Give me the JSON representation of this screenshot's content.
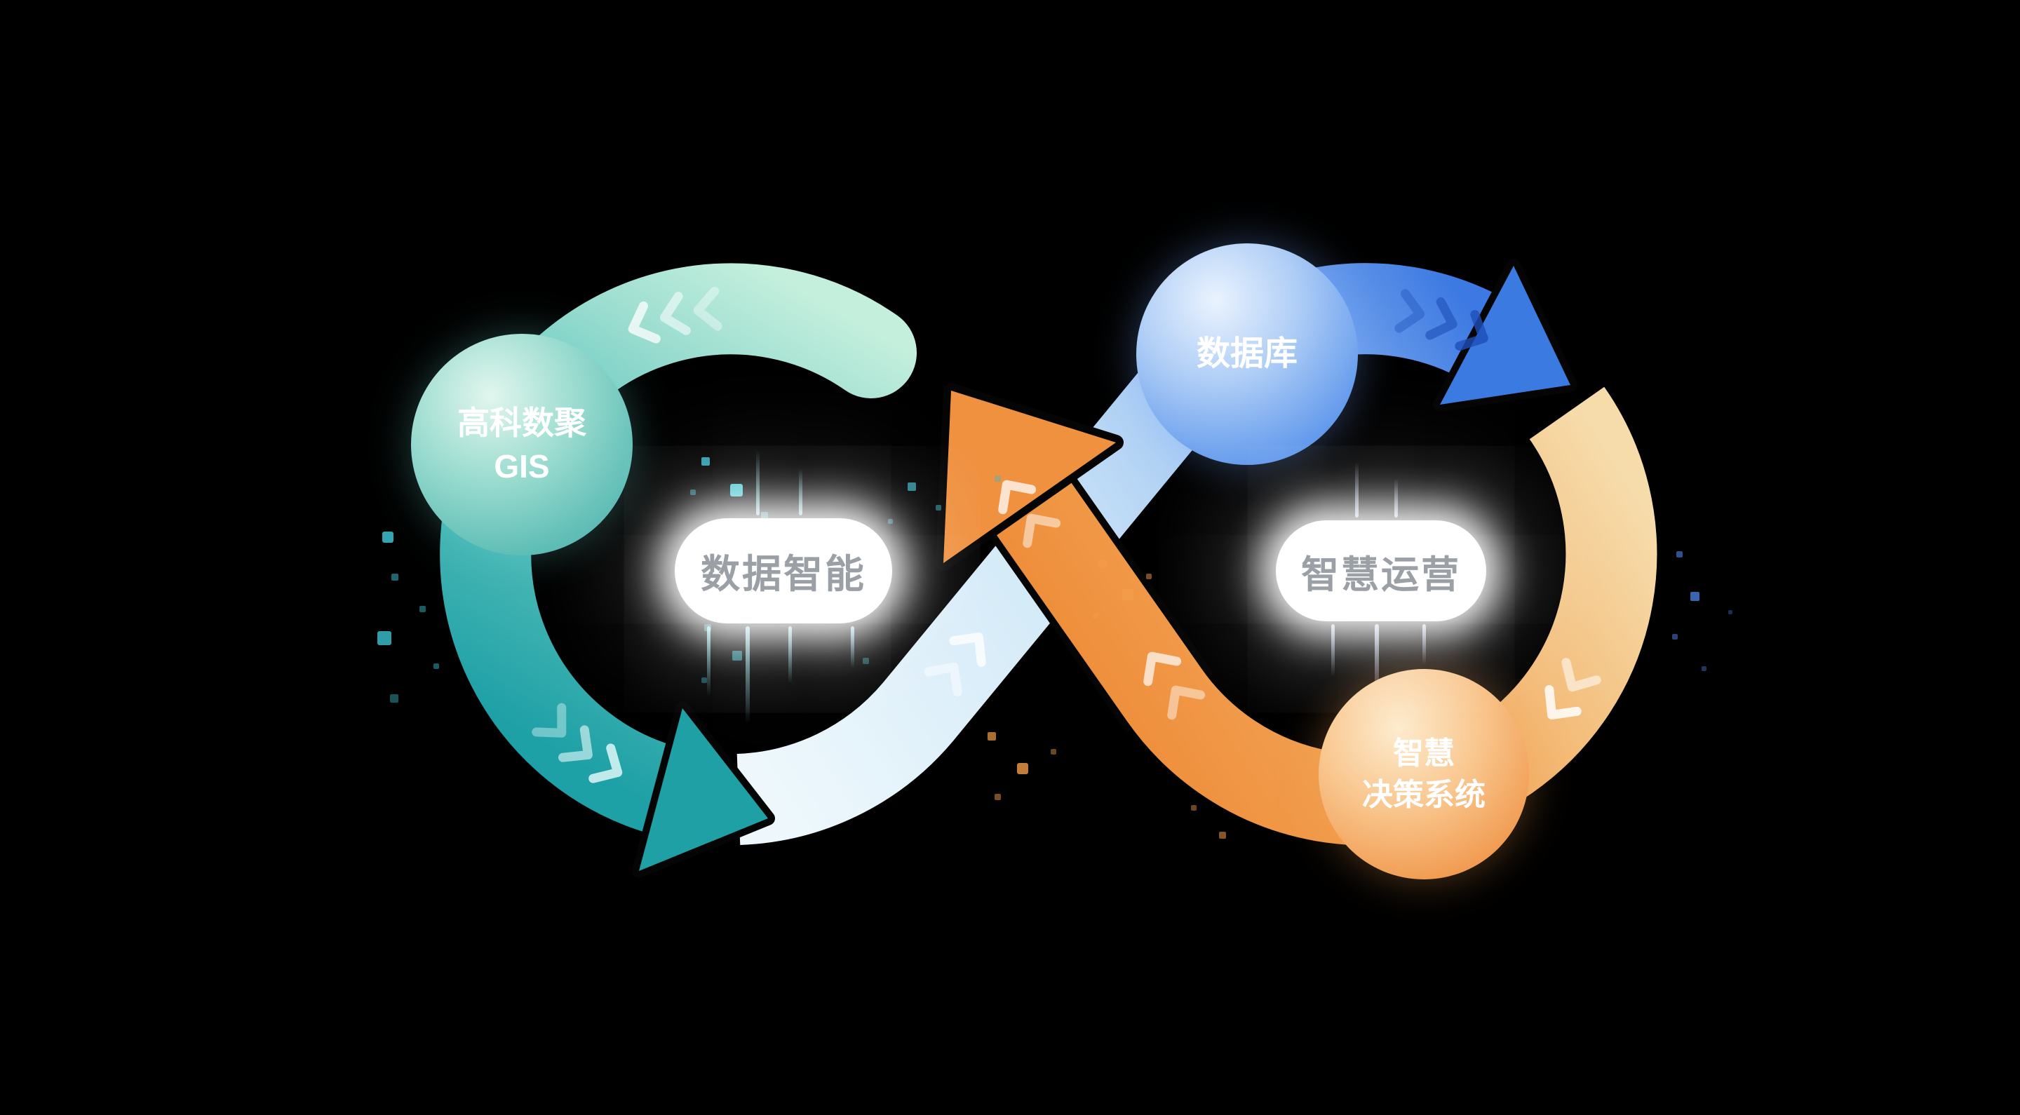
{
  "nodes": {
    "gis": {
      "line1": "高科数聚",
      "line2": "GIS"
    },
    "database": {
      "label": "数据库"
    },
    "decision_system": {
      "line1": "智慧",
      "line2": "决策系统"
    }
  },
  "flow_labels": {
    "data_intelligence": "数据智能",
    "smart_operations": "智慧运营"
  },
  "colors": {
    "background": "#000000",
    "teal": "#1da0a6",
    "mint": "#c4efdd",
    "blue": "#3b7ae0",
    "pale_blue": "#d4eaf8",
    "orange": "#ee8c3a",
    "cream": "#f6dcab",
    "label_text": "#9aa0a5"
  }
}
